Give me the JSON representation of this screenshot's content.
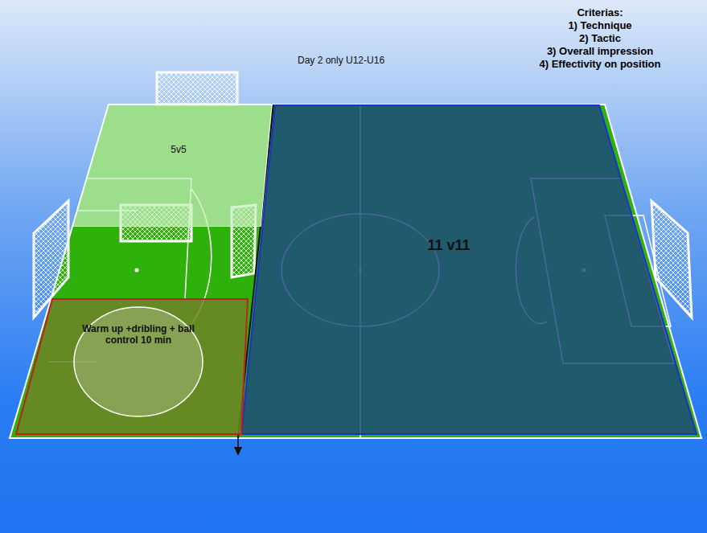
{
  "diagram": {
    "nodes": [
      {
        "text": [
          "5v5"
        ]
      },
      {
        "text": [
          "11 v11"
        ]
      },
      {
        "text": [
          "Warm up +dribling + ball control 10 min"
        ]
      }
    ],
    "labels": [
      "Day 2 only U12-U16",
      "Criterias:",
      "1) Technique",
      "2) Tactic",
      "3) Overall impression",
      "4) Effectivity on position"
    ]
  }
}
